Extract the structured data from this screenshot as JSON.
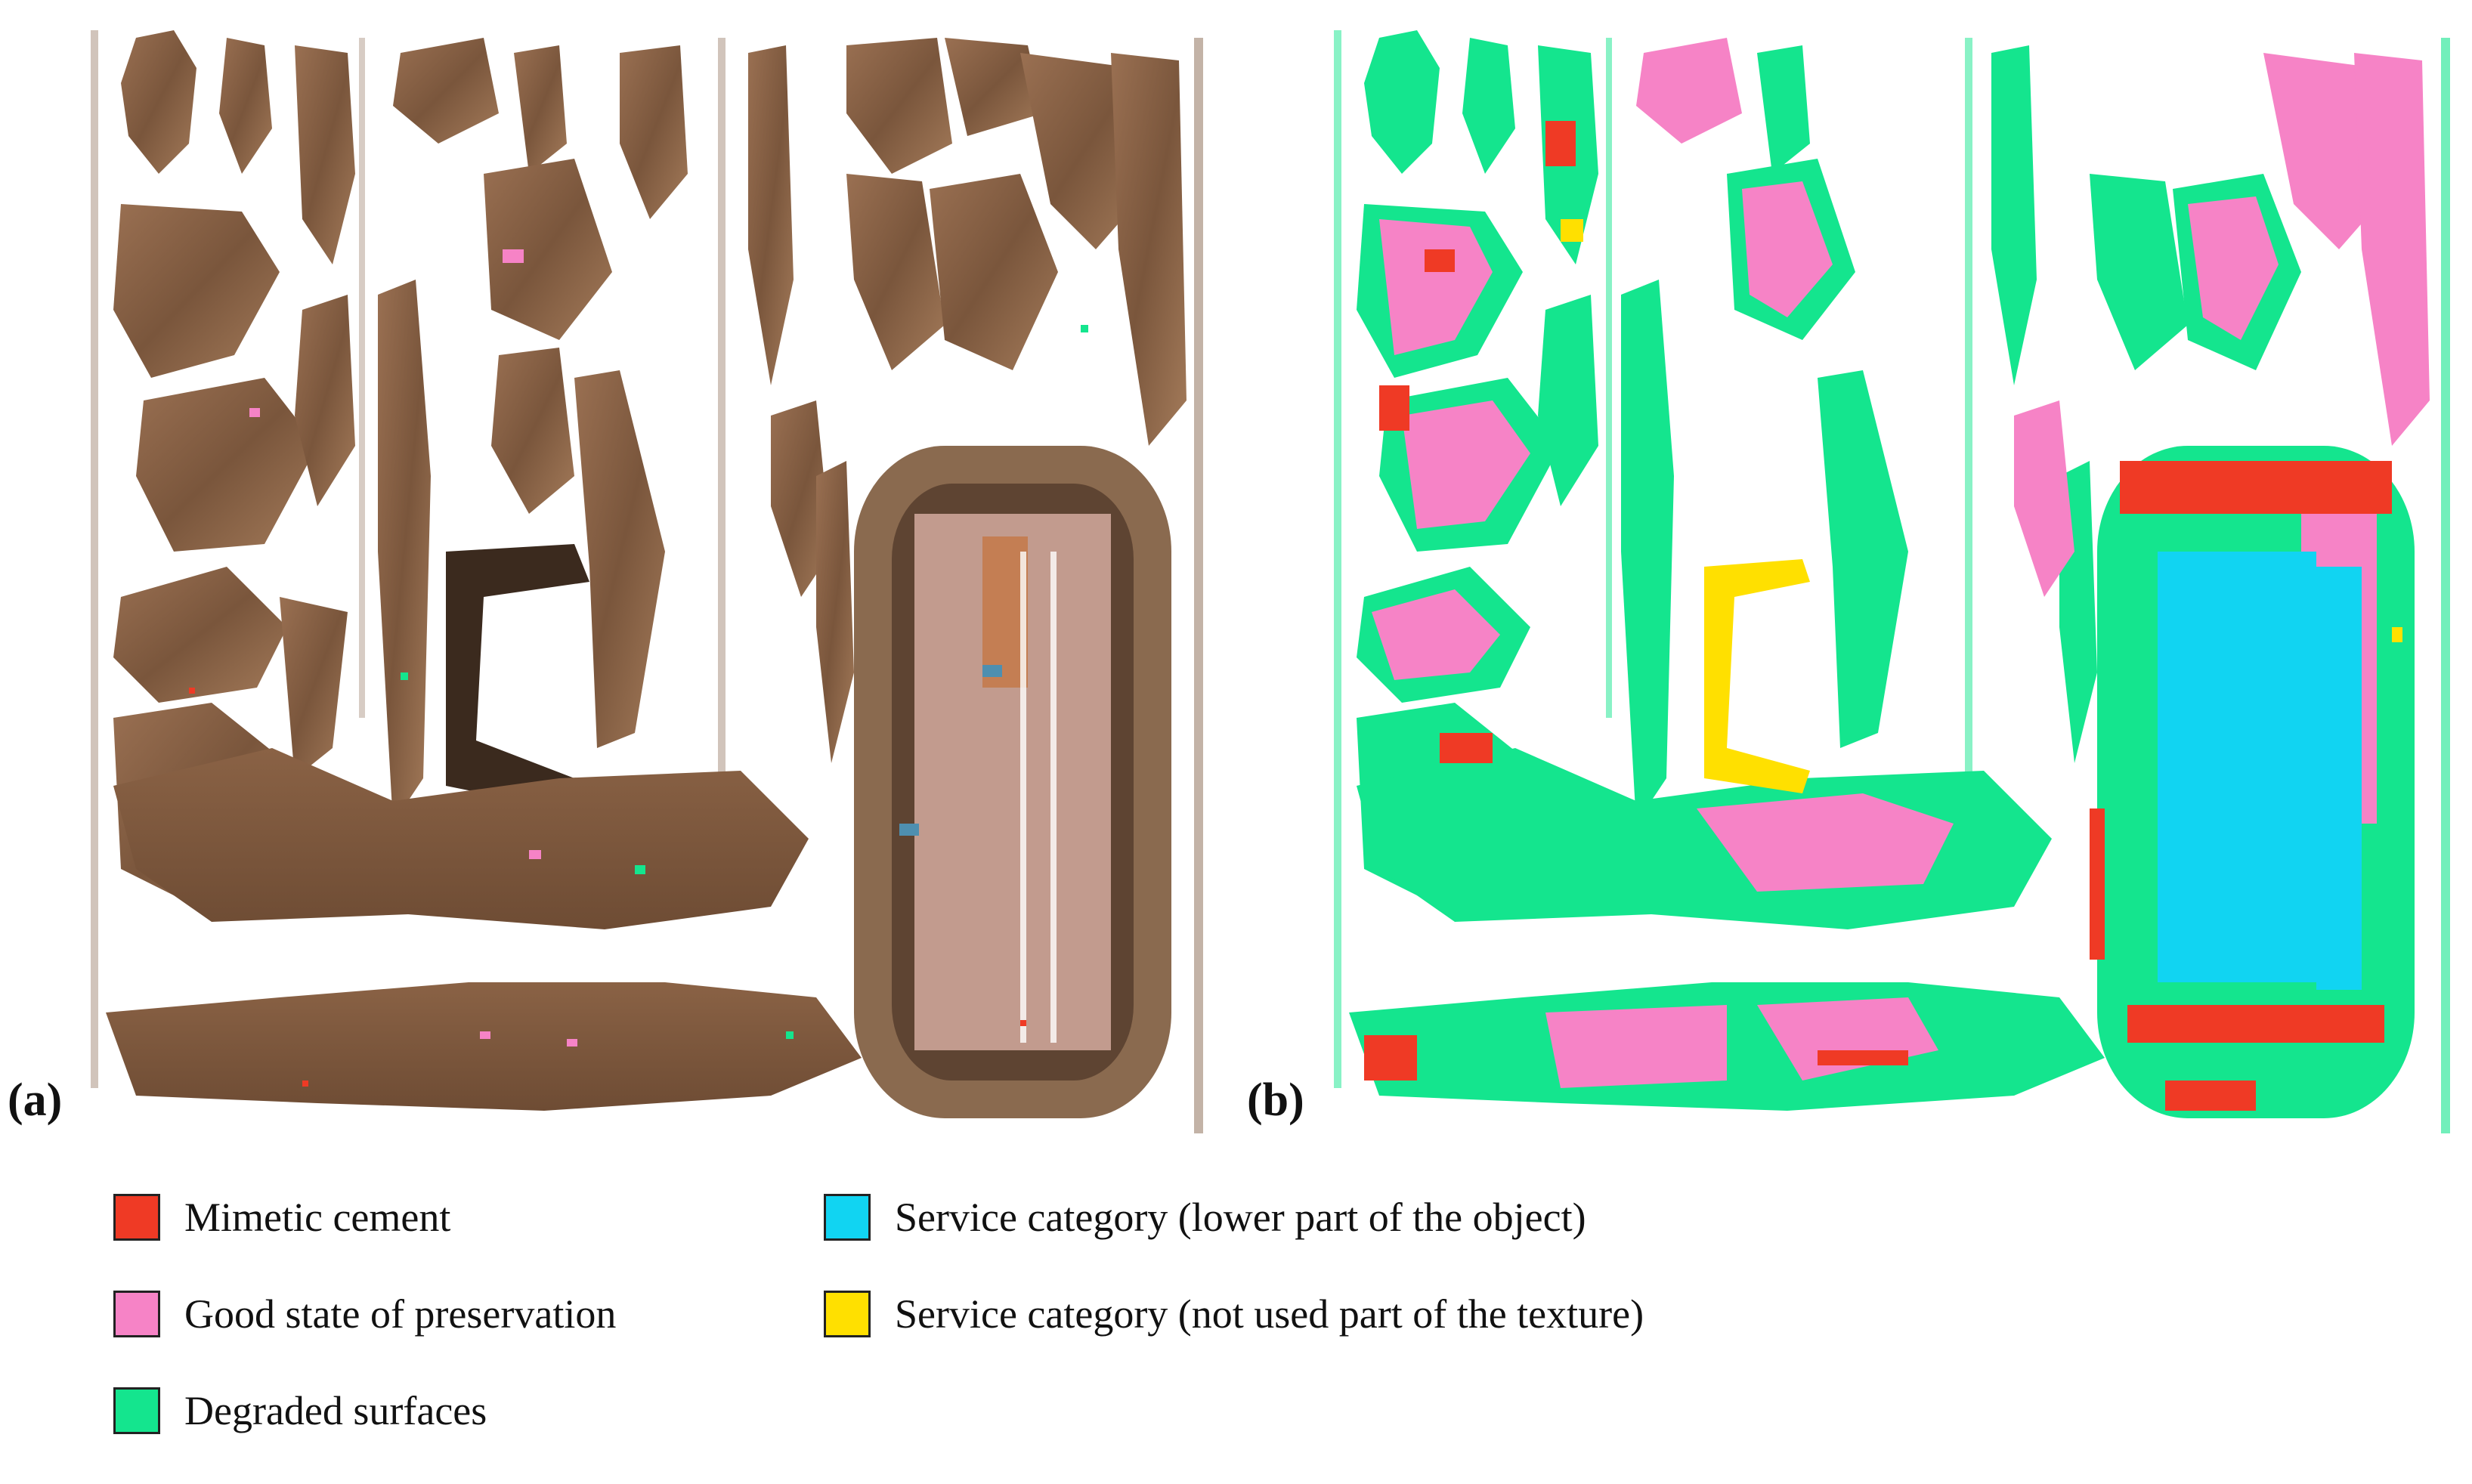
{
  "figure": {
    "panels": [
      {
        "label": "(a)"
      },
      {
        "label": "(b)"
      }
    ]
  },
  "legend": {
    "items": [
      {
        "label": "Mimetic cement",
        "color": "#ef3a25"
      },
      {
        "label": "Good state of preservation",
        "color": "#f683c6"
      },
      {
        "label": "Degraded surfaces",
        "color": "#14e58e"
      },
      {
        "label": "Service category (lower part of the object)",
        "color": "#11d4f2"
      },
      {
        "label": "Service category (not used part of the texture)",
        "color": "#ffe000"
      }
    ]
  },
  "colors": {
    "texture_dark": "#6b4a33",
    "texture_mid": "#8c6446",
    "texture_light": "#a97e5c",
    "texture_inner": "#c49a8c"
  }
}
